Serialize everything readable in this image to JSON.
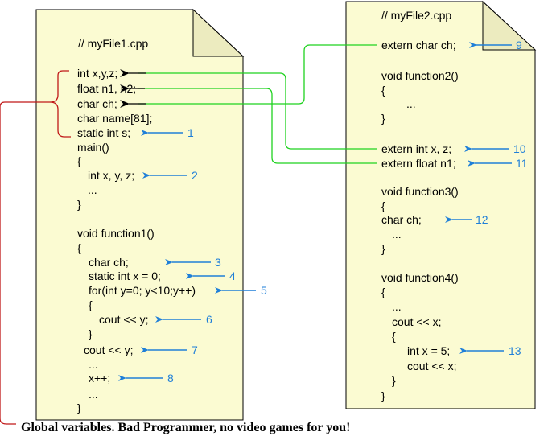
{
  "colors": {
    "page_fill": "#fbfbd2",
    "page_stroke": "#000000",
    "fold_fill": "#ecebbf",
    "blue_arrow": "#1f7fd8",
    "green_link": "#1fd21f",
    "red_brace": "#c01818",
    "black_arrow": "#000000"
  },
  "file1": {
    "title": "// myFile1.cpp",
    "lines": [
      "int x,y,z;",
      "float n1, n2;",
      "char ch;",
      "char name[81];",
      "static int s;",
      "main()",
      "{",
      "int x, y, z;",
      "...",
      "}",
      "void function1()",
      "{",
      "char ch;",
      "static int x = 0;",
      "for(int y=0; y<10;y++)",
      "{",
      "cout << y;",
      "}",
      "cout << y;",
      "...",
      "x++;",
      "...",
      "}"
    ]
  },
  "file2": {
    "title": "// myFile2.cpp",
    "lines": [
      "extern char ch;",
      "void function2()",
      "{",
      "...",
      "}",
      "extern int x, z;",
      "extern float n1;",
      "void function3()",
      "{",
      "char ch;",
      "...",
      "}",
      "void function4()",
      "{",
      "...",
      "cout << x;",
      "{",
      "int x = 5;",
      "cout << x;",
      "}",
      "}"
    ]
  },
  "markers": [
    "1",
    "2",
    "3",
    "4",
    "5",
    "6",
    "7",
    "8",
    "9",
    "10",
    "11",
    "12",
    "13"
  ],
  "caption": "Global variables.  Bad Programmer, no video games for  you!"
}
